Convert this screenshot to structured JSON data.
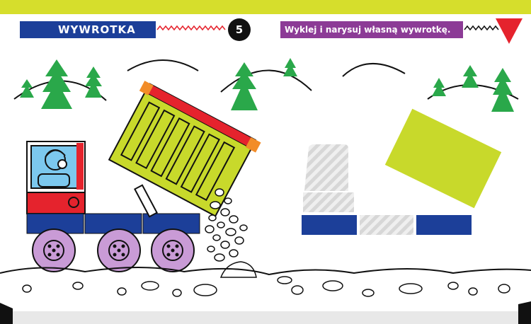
{
  "header": {
    "title": "WYWROTKA",
    "page_number": "5",
    "instruction": "Wyklej i narysuj własną wywrotkę."
  },
  "colors": {
    "stripe": "#d6de2c",
    "title_bg": "#1c3f99",
    "instruction_bg": "#8c3b96",
    "truck_red": "#e5232d",
    "truck_blue": "#1c3f99",
    "dump_body": "#c8d92b",
    "wheel": "#c99bd6",
    "tree": "#2aa84a",
    "corner_triangle": "#e5232d",
    "orange": "#f28c28"
  },
  "icons": [
    "tree-icon",
    "dump-truck-illustration",
    "stone-icon",
    "wheel-icon"
  ]
}
